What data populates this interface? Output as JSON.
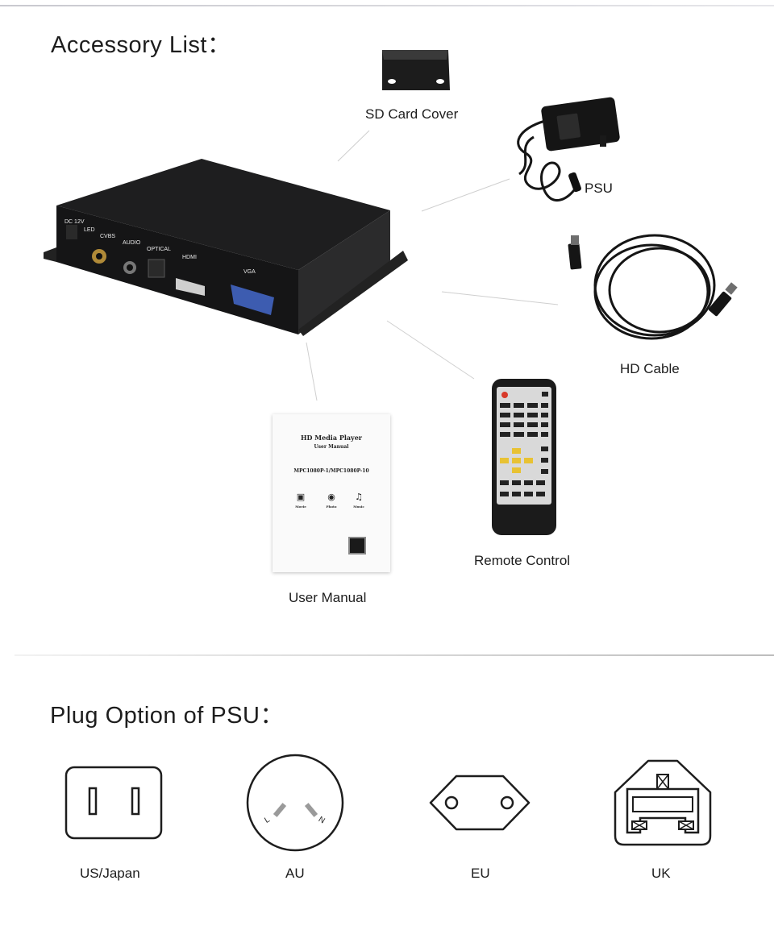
{
  "accessory_section": {
    "heading": "Accessory List：",
    "items": {
      "sd_card_cover": "SD Card Cover",
      "psu": "PSU",
      "hd_cable": "HD Cable",
      "remote_control": "Remote Control",
      "user_manual": "User Manual"
    }
  },
  "device": {
    "port_labels": [
      "DC 12V",
      "LED",
      "CVBS",
      "AUDIO",
      "OPTICAL",
      "HDMI",
      "VGA"
    ]
  },
  "manual_cover": {
    "title": "HD Media Player",
    "subtitle": "User Manual",
    "model": "MPC1080P-1/MPC1080P-10",
    "icons": [
      "Movie",
      "Photo",
      "Music"
    ]
  },
  "plug_section": {
    "heading": "Plug Option of PSU：",
    "options": [
      "US/Japan",
      "AU",
      "EU",
      "UK"
    ],
    "au_pin_letters": [
      "L",
      "N"
    ]
  }
}
